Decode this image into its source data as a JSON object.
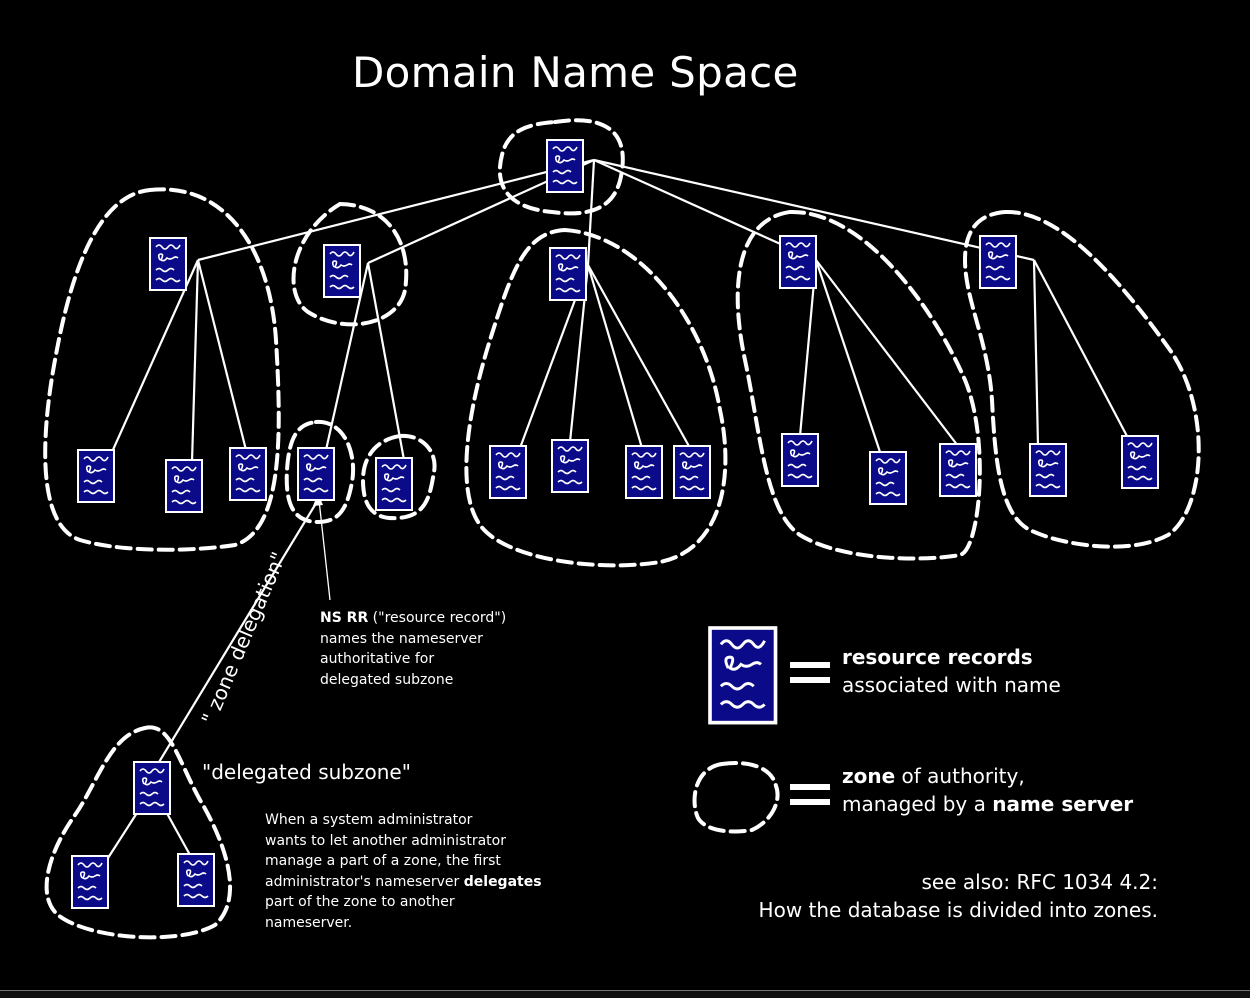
{
  "title": "Domain Name Space",
  "icons": {
    "record": "resource-record-icon",
    "zone": "dashed-zone-outline"
  },
  "colors": {
    "background": "#000000",
    "record_fill": "#0b0b8a",
    "stroke": "#ffffff"
  },
  "annotations": {
    "zone_delegation": "\" zone delegation\"",
    "ns_rr": {
      "bold": "NS RR",
      "line1_rest": " (\"resource record\")",
      "line2": "names the nameserver",
      "line3": "authoritative for",
      "line4": "delegated subzone"
    },
    "delegated_subzone": "\"delegated subzone\"",
    "explanation": {
      "line1": "When a system administrator",
      "line2": "wants to let another administrator",
      "line3": "manage a part of a zone, the first",
      "line4_before": "administrator's nameserver ",
      "line4_bold": "delegates",
      "line5": "part of the zone to another",
      "line6": "nameserver."
    }
  },
  "legend": {
    "records": {
      "bold": "resource records",
      "rest": "associated with name"
    },
    "zone": {
      "bold1": "zone",
      "rest1": " of authority,",
      "rest2_before": "managed by a ",
      "bold2": "name server"
    },
    "equals": "="
  },
  "see_also": {
    "line1": "see also: RFC 1034 4.2:",
    "line2": "How the database is divided into zones."
  }
}
